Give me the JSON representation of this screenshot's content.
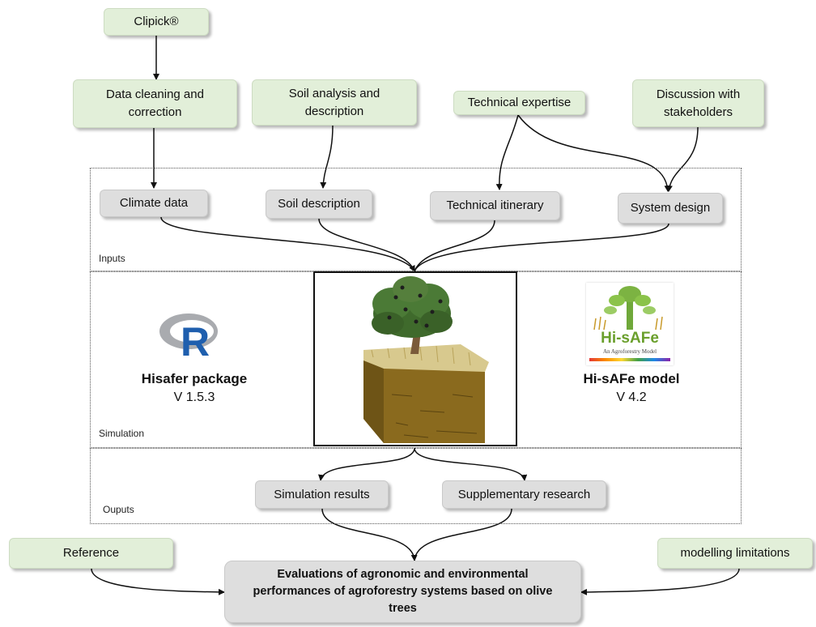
{
  "sources": {
    "clipick": "Clipick®",
    "data_cleaning": "Data cleaning and correction",
    "soil_analysis": "Soil analysis and description",
    "technical_expertise": "Technical expertise",
    "discussion": "Discussion with stakeholders"
  },
  "inputs": {
    "section_label": "Inputs",
    "climate": "Climate data",
    "soil": "Soil description",
    "itinerary": "Technical itinerary",
    "system": "System design"
  },
  "simulation": {
    "section_label": "Simulation",
    "left_tool": {
      "name": "Hisafer package",
      "version": "V 1.5.3",
      "logo_letter": "R"
    },
    "right_tool": {
      "name": "Hi-sAFe model",
      "version": "V 4.2",
      "logo_text": "Hi-sAFe",
      "logo_subtitle": "An Agroforestry Model"
    }
  },
  "outputs": {
    "section_label": "Ouputs",
    "results": "Simulation results",
    "research": "Supplementary research"
  },
  "final": {
    "reference": "Reference",
    "limitations": "modelling limitations",
    "evaluation": "Evaluations of agronomic and environmental performances of agroforestry systems based on olive trees"
  },
  "colors": {
    "green_box": "#e2efd9",
    "grey_box": "#dedede",
    "r_logo_blue": "#1f5fae"
  }
}
